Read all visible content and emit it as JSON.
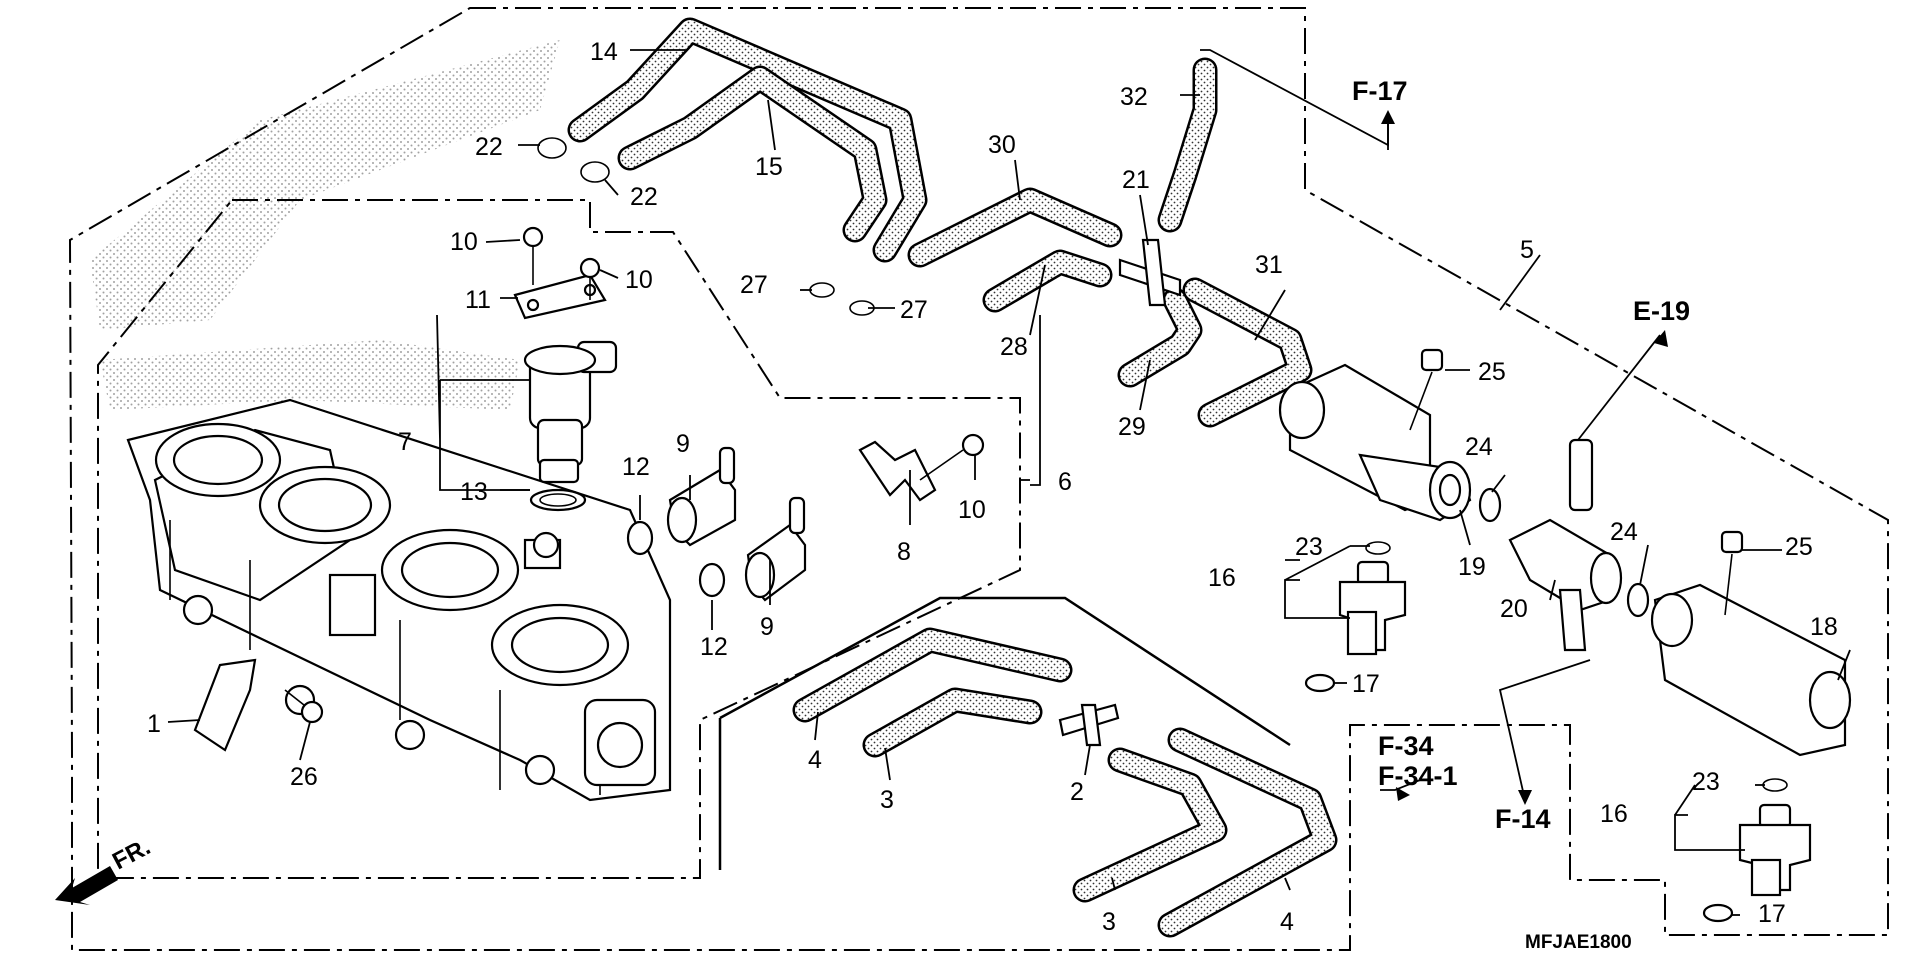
{
  "diagram": {
    "callouts": {
      "c1": "1",
      "c2": "2",
      "c3a": "3",
      "c3b": "3",
      "c4a": "4",
      "c4b": "4",
      "c5": "5",
      "c6": "6",
      "c7": "7",
      "c8": "8",
      "c9a": "9",
      "c9b": "9",
      "c10a": "10",
      "c10b": "10",
      "c10c": "10",
      "c11": "11",
      "c12a": "12",
      "c12b": "12",
      "c13": "13",
      "c14": "14",
      "c15": "15",
      "c16a": "16",
      "c16b": "16",
      "c17a": "17",
      "c17b": "17",
      "c18": "18",
      "c19": "19",
      "c20": "20",
      "c21": "21",
      "c22a": "22",
      "c22b": "22",
      "c23a": "23",
      "c23b": "23",
      "c24a": "24",
      "c24b": "24",
      "c25a": "25",
      "c25b": "25",
      "c26": "26",
      "c27a": "27",
      "c27b": "27",
      "c28": "28",
      "c29": "29",
      "c30": "30",
      "c31": "31",
      "c32": "32"
    },
    "references": {
      "f17": "F-17",
      "e19": "E-19",
      "f34": "F-34",
      "f341": "F-34-1",
      "f14": "F-14"
    },
    "front_marker": "FR.",
    "drawing_code": "MFJAE1800"
  }
}
